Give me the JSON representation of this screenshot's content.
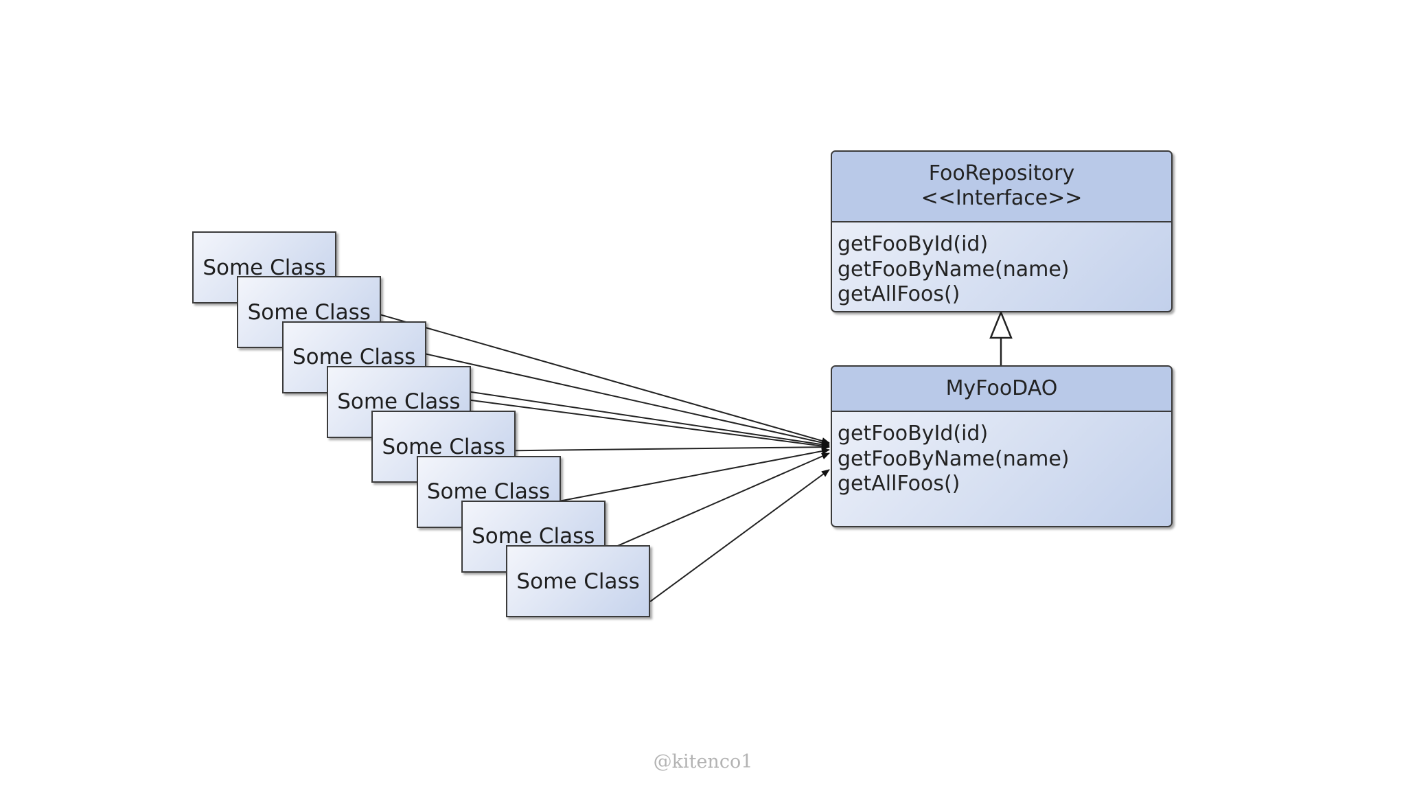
{
  "diagram": {
    "some_class_label": "Some Class",
    "some_class_count": 8,
    "interface": {
      "name": "FooRepository",
      "stereotype": "<<Interface>>",
      "methods": [
        "getFooById(id)",
        "getFooByName(name)",
        "getAllFoos()"
      ]
    },
    "implementation": {
      "name": "MyFooDAO",
      "methods": [
        "getFooById(id)",
        "getFooByName(name)",
        "getAllFoos()"
      ]
    },
    "relationships": [
      {
        "from": "MyFooDAO",
        "to": "FooRepository",
        "type": "realization"
      },
      {
        "from": "Some Class",
        "to": "MyFooDAO",
        "type": "dependency",
        "count": 8
      }
    ]
  },
  "watermark": "@kitenco1",
  "colors": {
    "box_fill_light": "#f3f5fb",
    "box_fill_dark": "#c6d3ec",
    "header_fill": "#b9c9e8",
    "stroke": "#3a3a3a",
    "watermark": "#b3b3b3"
  }
}
